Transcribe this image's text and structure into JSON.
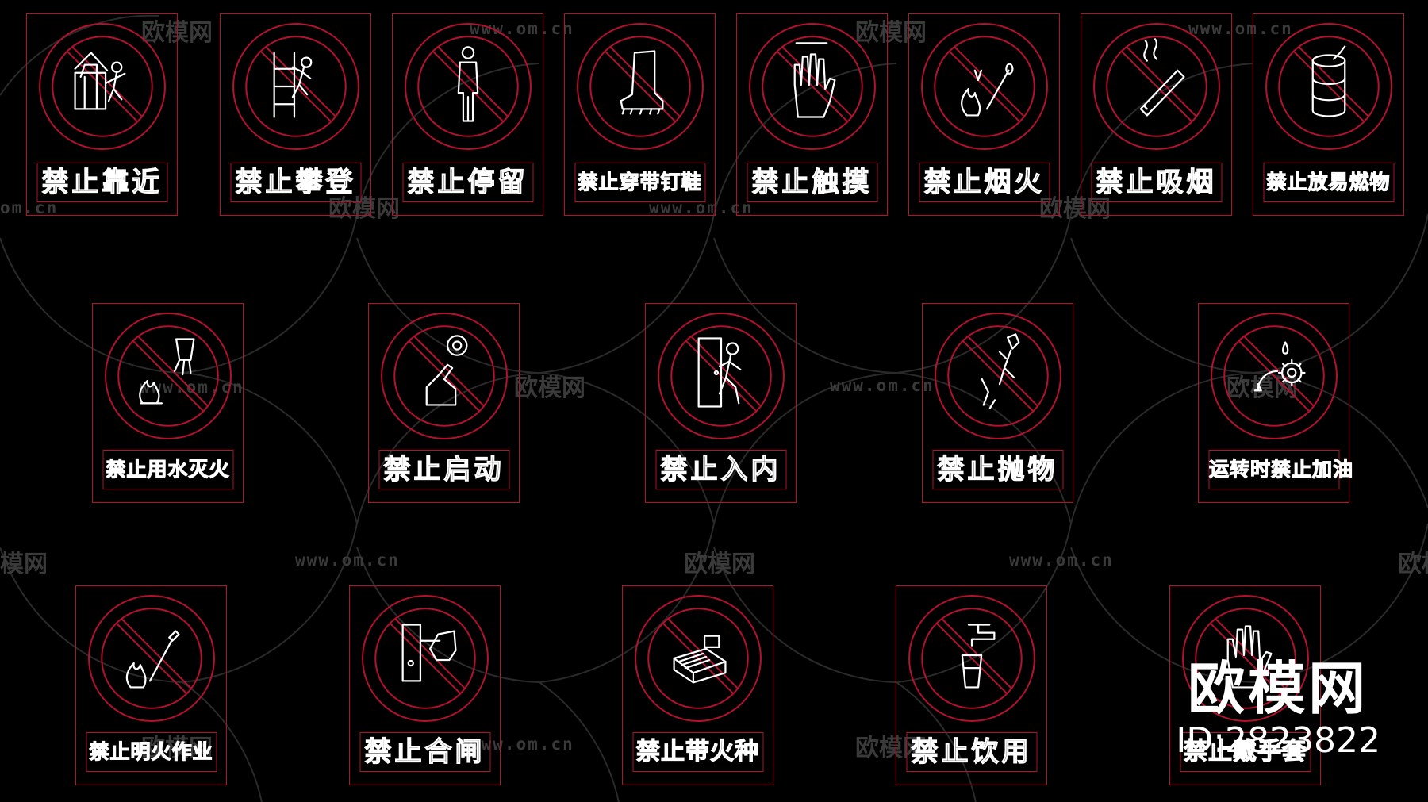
{
  "signs": [
    {
      "label": "禁止靠近",
      "icon": "worker-near-machine-icon"
    },
    {
      "label": "禁止攀登",
      "icon": "climbing-person-icon"
    },
    {
      "label": "禁止停留",
      "icon": "standing-person-icon"
    },
    {
      "label": "禁止穿带钉鞋",
      "icon": "spiked-boot-icon"
    },
    {
      "label": "禁止触摸",
      "icon": "hand-icon"
    },
    {
      "label": "禁止烟火",
      "icon": "fire-match-icon"
    },
    {
      "label": "禁止吸烟",
      "icon": "cigarette-icon"
    },
    {
      "label": "禁止放易燃物",
      "icon": "barrel-icon"
    },
    {
      "label": "禁止用水灭火",
      "icon": "water-on-fire-icon"
    },
    {
      "label": "禁止启动",
      "icon": "hand-on-switch-icon"
    },
    {
      "label": "禁止入内",
      "icon": "person-entering-door-icon"
    },
    {
      "label": "禁止抛物",
      "icon": "throwing-object-icon"
    },
    {
      "label": "运转时禁止加油",
      "icon": "gear-oil-drop-icon"
    },
    {
      "label": "禁止明火作业",
      "icon": "torch-flame-icon"
    },
    {
      "label": "禁止合闸",
      "icon": "hand-on-breaker-icon"
    },
    {
      "label": "禁止带火种",
      "icon": "matchbox-icon"
    },
    {
      "label": "禁止饮用",
      "icon": "faucet-cup-icon"
    },
    {
      "label": "禁止戴手套",
      "icon": "glove-icon"
    }
  ],
  "watermark": {
    "brand_text": "欧模网",
    "url_text": "www.om.cn",
    "url_fragment": "om.cn",
    "brand_fragment": "模网"
  },
  "brand": {
    "name": "欧模网",
    "id_text": "ID:2823822"
  },
  "colors": {
    "background": "#000000",
    "sign_border": "#b3112e",
    "icon_stroke": "#ffffff",
    "watermark": "#3a3a3a"
  }
}
